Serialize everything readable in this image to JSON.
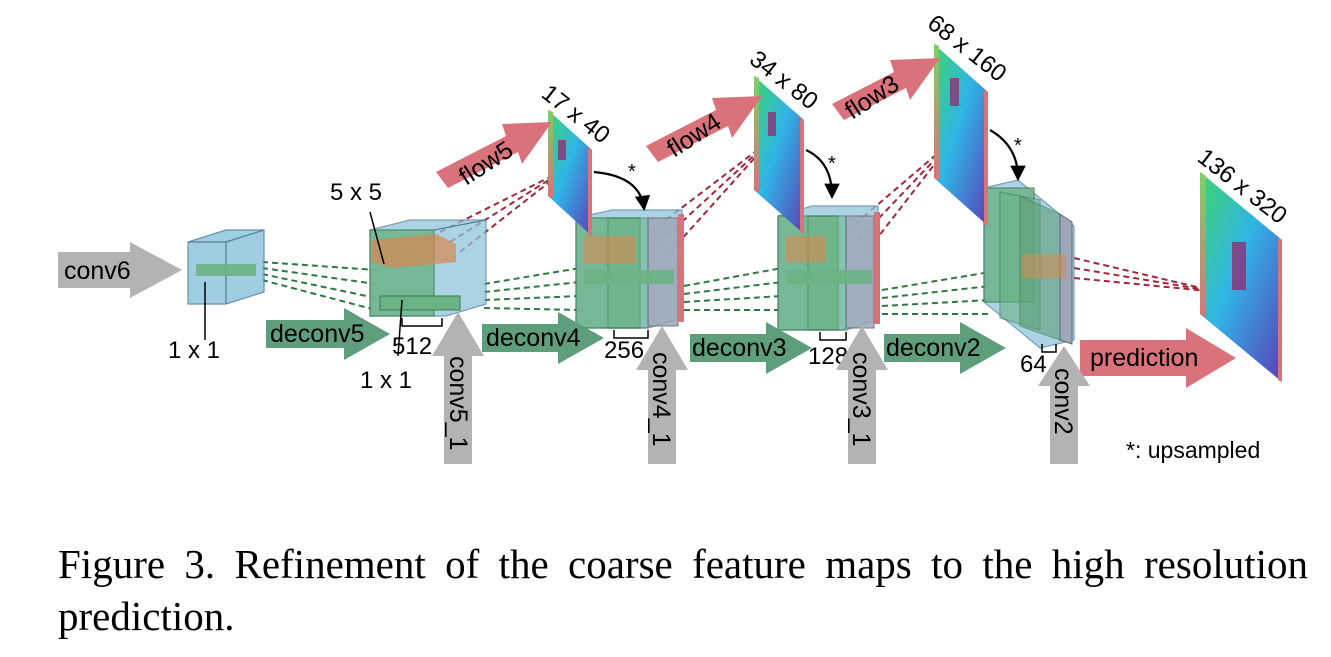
{
  "diagram": {
    "inputs": {
      "conv6": "conv6",
      "conv5_1": "conv5_1",
      "conv4_1": "conv4_1",
      "conv3_1": "conv3_1",
      "conv2": "conv2"
    },
    "deconv": {
      "deconv5": "deconv5",
      "deconv4": "deconv4",
      "deconv3": "deconv3",
      "deconv2": "deconv2"
    },
    "flow": {
      "flow5": "flow5",
      "flow4": "flow4",
      "flow3": "flow3",
      "prediction": "prediction"
    },
    "sizes": {
      "s17x40": "17 x 40",
      "s34x80": "34 x 80",
      "s68x160": "68 x 160",
      "s136x320": "136 x 320"
    },
    "kernels": {
      "conv6_kernel": "1 x 1",
      "b1_kernel5": "5 x 5",
      "b1_kernel1": "1 x 1"
    },
    "channels": {
      "c512": "512",
      "c256": "256",
      "c128": "128",
      "c64": "64"
    },
    "upsample_marks": [
      "*",
      "*",
      "*"
    ],
    "legend": "*: upsampled",
    "colors": {
      "input_arrow": "#b3b3b3",
      "deconv_arrow": "#5e9e7b",
      "flow_arrow": "#d9727a",
      "block_blue": "#8fc5dc",
      "block_green": "#6bb384",
      "kernel_orange": "#d9884f",
      "dash_green": "#2e7a44",
      "dash_red": "#a0283c"
    }
  },
  "caption": "Figure 3. Refinement of the coarse feature maps to the high resolution prediction."
}
